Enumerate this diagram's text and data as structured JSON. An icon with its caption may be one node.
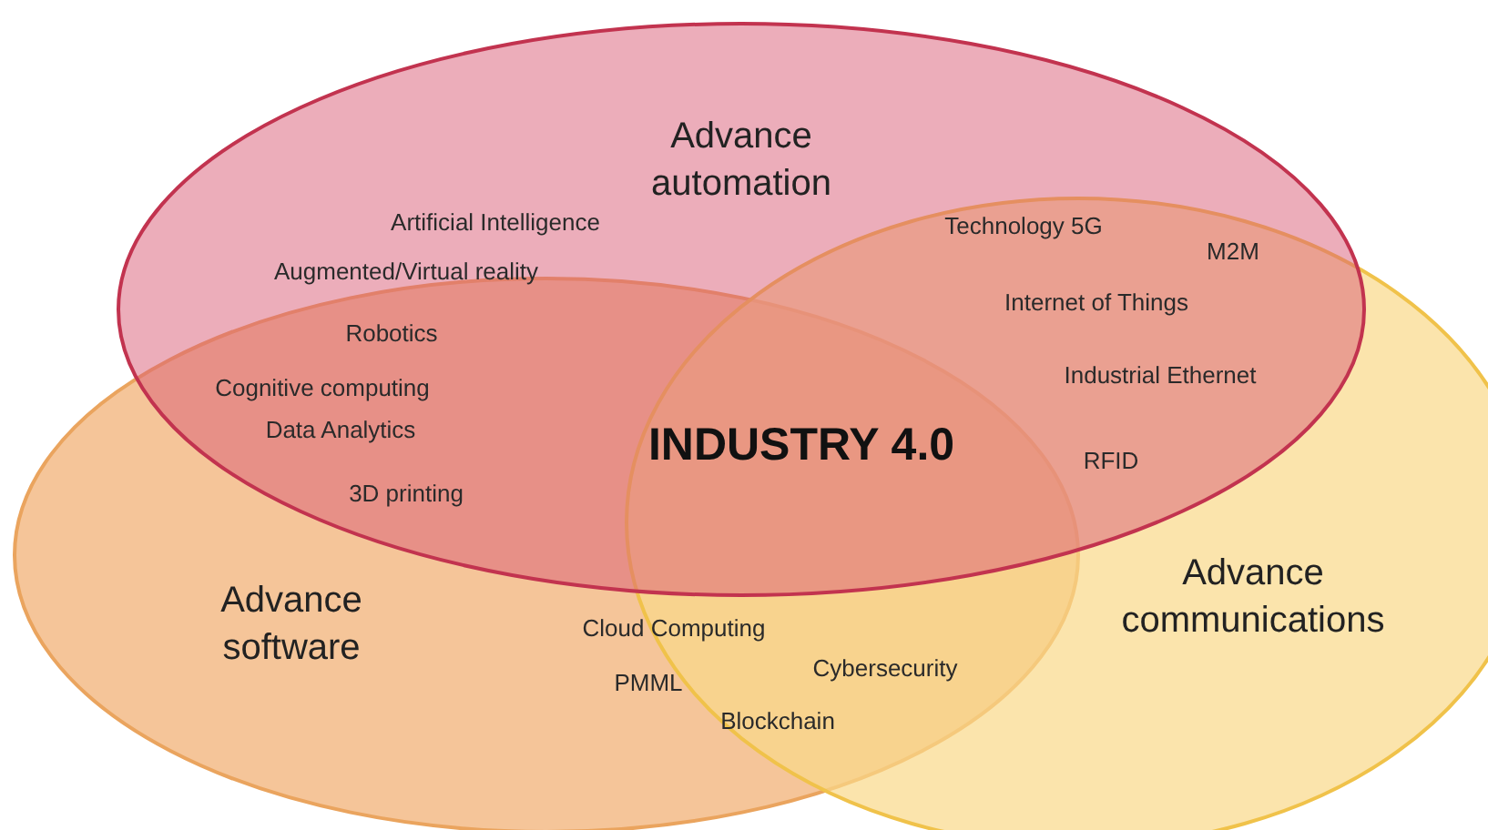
{
  "diagram": {
    "nodes": [
      {
        "text": [
          "Advance automation"
        ]
      },
      {
        "text": [
          "Advance software"
        ]
      },
      {
        "text": [
          "Advance communications"
        ]
      }
    ],
    "labels": [
      "Artificial Intelligence",
      "Technology 5G",
      "M2M",
      "Augmented/Virtual reality",
      "Internet of Things",
      "Robotics",
      "Industrial Ethernet",
      "Cognitive computing",
      "Data Analytics",
      "INDUSTRY 4.0",
      "RFID",
      "3D printing",
      "Cloud Computing",
      "Cybersecurity",
      "PMML",
      "Blockchain"
    ]
  }
}
